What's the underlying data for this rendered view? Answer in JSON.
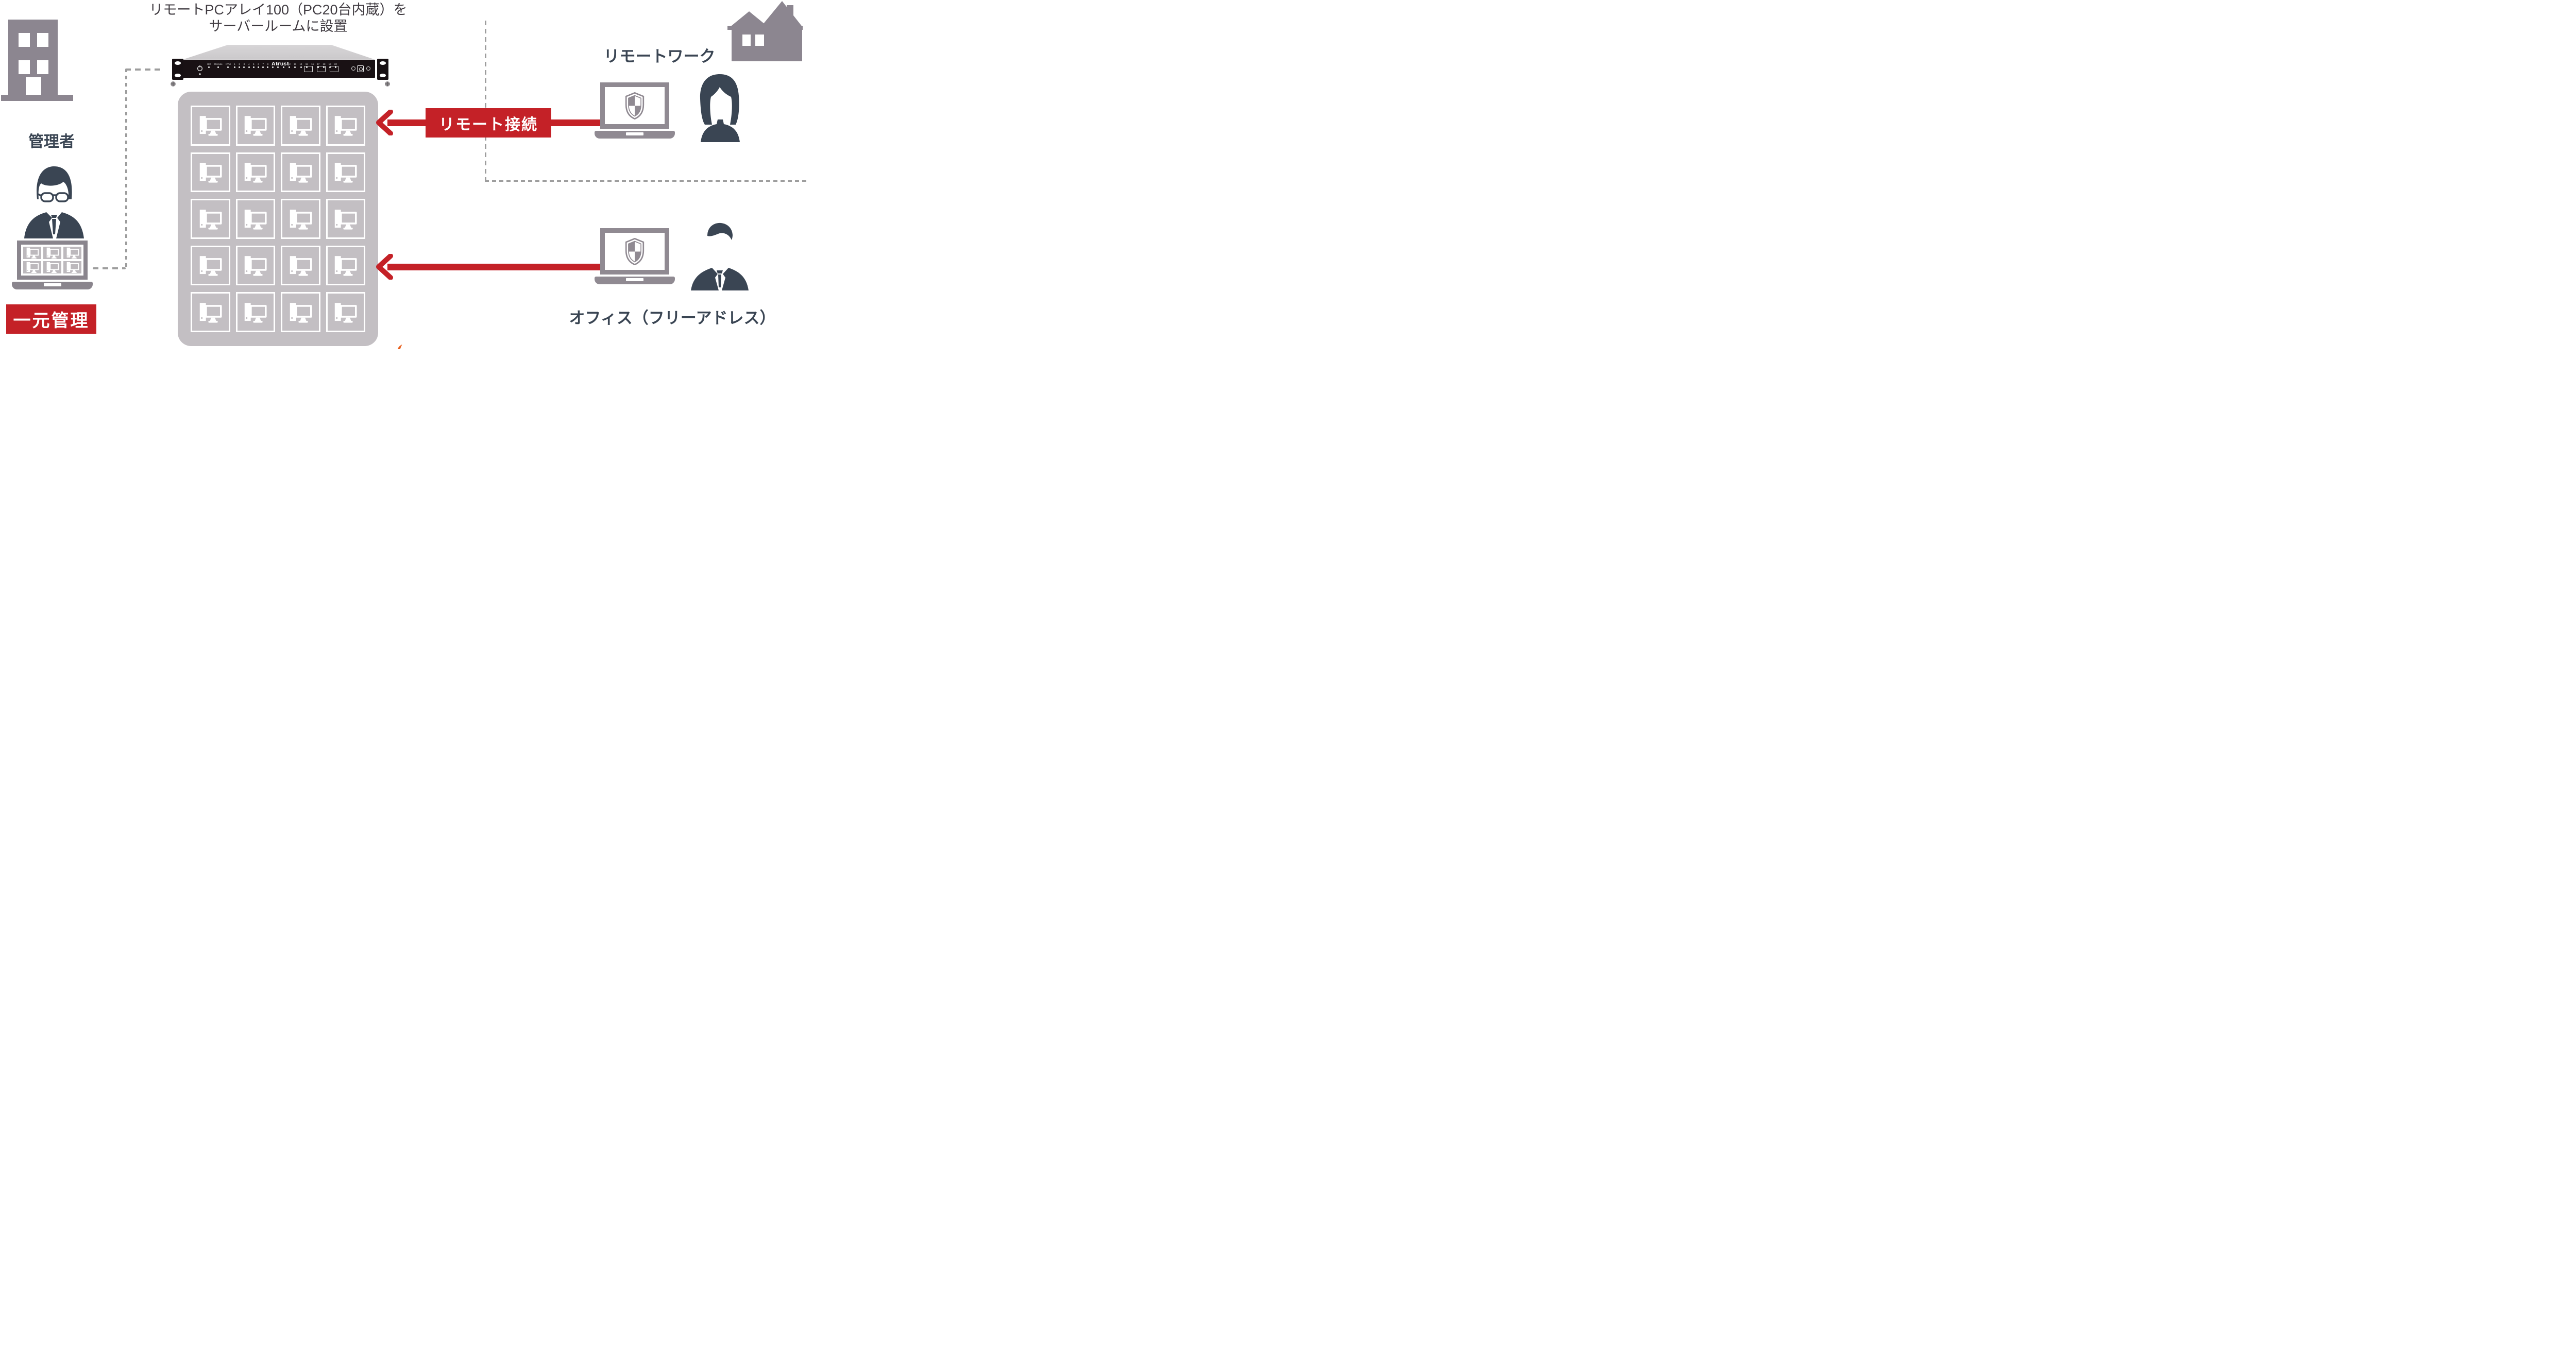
{
  "title": {
    "line1": "リモートPCアレイ100（PC20台内蔵）を",
    "line2": "サーバールームに設置"
  },
  "admin": {
    "role_label": "管理者",
    "management_badge": "一元管理",
    "screen_tile_count": 6
  },
  "server_rack": {
    "brand": "Atrust",
    "led_group_labels": [
      "UID",
      "Remote",
      "KVM"
    ],
    "numbered_led_count": 20,
    "usb_port_count": 3
  },
  "pc_array": {
    "rows": 5,
    "cols": 4,
    "pc_count": 20
  },
  "remote_work": {
    "zone_label": "リモートワーク",
    "connection_label": "リモート接続"
  },
  "office": {
    "label": "オフィス（フリーアドレス）"
  },
  "colors": {
    "red": "#C42127",
    "slate": "#3A4553",
    "icon_gray": "#8C8690",
    "laptop_gray": "#908A92",
    "panel_gray": "#C3BFC3",
    "tile_gray": "#BDB9BD",
    "dash_gray": "#9D9D9D",
    "title_gray": "#423D43",
    "rack_dark": "#191114",
    "orange": "#E8611F"
  }
}
